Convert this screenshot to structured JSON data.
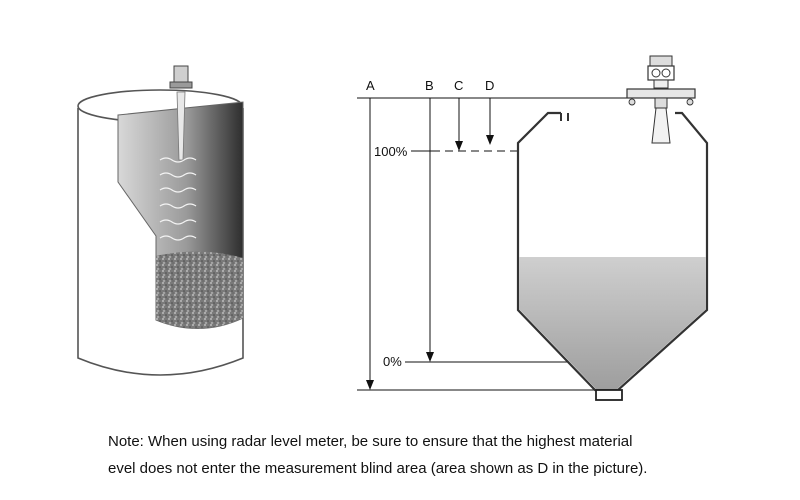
{
  "diagram": {
    "labels": {
      "a": "A",
      "b": "B",
      "c": "C",
      "d": "D",
      "full": "100%",
      "empty": "0%"
    }
  },
  "note": {
    "line1": "Note: When using radar level meter, be sure to ensure that the highest material",
    "line2": "evel does not enter the measurement blind area (area shown as D in the picture)."
  },
  "colors": {
    "line": "#111111",
    "material_fill": "#b8b8b8",
    "bulk_solid": "#8a8a8a",
    "tank_outline": "#444444"
  }
}
